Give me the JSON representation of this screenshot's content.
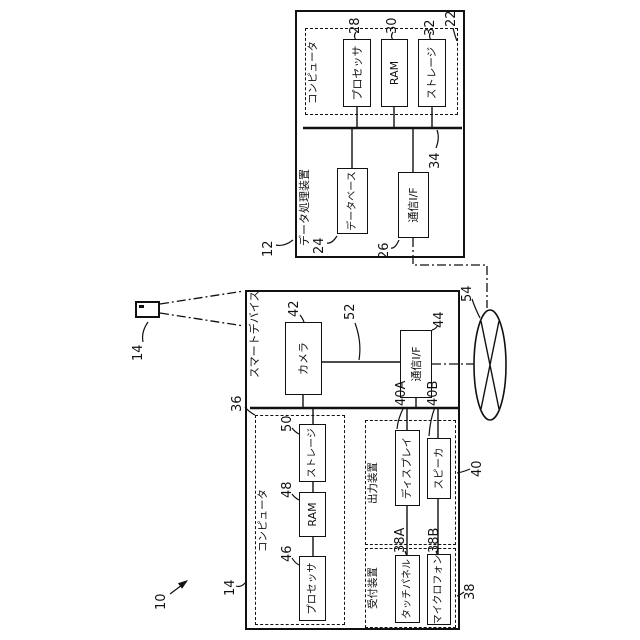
{
  "figure": {
    "system_ref": "10",
    "device_icon_ref": "14"
  },
  "data_processing_device": {
    "label": "データ処理装置",
    "ref": "12",
    "computer": {
      "label": "コンピュータ",
      "ref": "22"
    },
    "processor": {
      "label": "プロセッサ",
      "ref": "28"
    },
    "ram": {
      "label": "RAM",
      "ref": "30"
    },
    "storage": {
      "label": "ストレージ",
      "ref": "32"
    },
    "bus": {
      "ref": "34"
    },
    "database": {
      "label": "データベース",
      "ref": "24"
    },
    "comm_if": {
      "label": "通信I/F",
      "ref": "26"
    }
  },
  "smart_device": {
    "label": "スマートデバイス",
    "ref": "14",
    "camera": {
      "label": "カメラ",
      "ref": "42"
    },
    "comm_if": {
      "label": "通信I/F",
      "ref": "44"
    },
    "bus": {
      "ref": "52"
    },
    "computer": {
      "label": "コンピュータ",
      "ref": "36"
    },
    "processor": {
      "label": "プロセッサ",
      "ref": "46"
    },
    "ram": {
      "label": "RAM",
      "ref": "48"
    },
    "storage": {
      "label": "ストレージ",
      "ref": "50"
    },
    "output_device": {
      "label": "出力装置",
      "ref": "40"
    },
    "display": {
      "label": "ディスプレイ",
      "ref": "40A"
    },
    "speaker": {
      "label": "スピーカ",
      "ref": "40B"
    },
    "reception_device": {
      "label": "受付装置",
      "ref": "38"
    },
    "touch_panel": {
      "label": "タッチパネル",
      "ref": "38A"
    },
    "microphone": {
      "label": "マイクロフォン",
      "ref": "38B"
    }
  },
  "network": {
    "ref": "54"
  }
}
